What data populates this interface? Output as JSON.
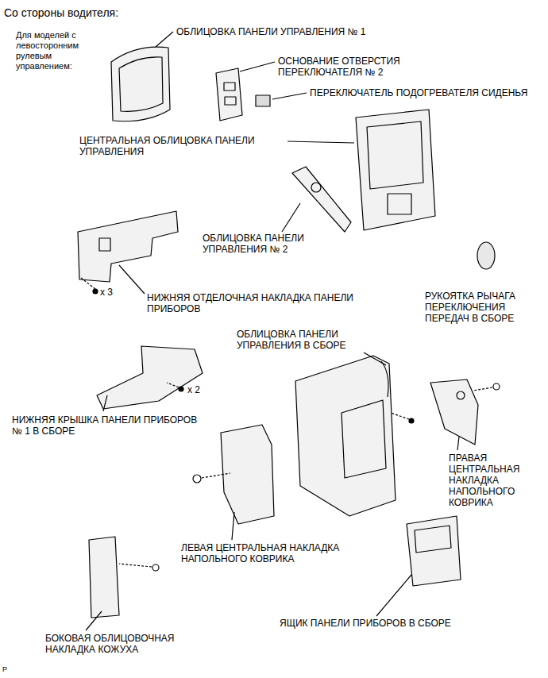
{
  "diagram": {
    "title": "Со стороны водителя:",
    "labels": [
      "Для моделей с левосторонним рулевым управлением:",
      "ОБЛИЦОВКА ПАНЕЛИ УПРАВЛЕНИЯ № 1",
      "ОСНОВАНИЕ ОТВЕРСТИЯ ПЕРЕКЛЮЧАТЕЛЯ № 2",
      "ПЕРЕКЛЮЧАТЕЛЬ ПОДОГРЕВАТЕЛЯ СИДЕНЬЯ",
      "ЦЕНТРАЛЬНАЯ ОБЛИЦОВКА ПАНЕЛИ УПРАВЛЕНИЯ",
      "ОБЛИЦОВКА ПАНЕЛИ УПРАВЛЕНИЯ № 2",
      "НИЖНЯЯ ОТДЕЛОЧНАЯ НАКЛАДКА ПАНЕЛИ ПРИБОРОВ",
      "x 3",
      "РУКОЯТКА РЫЧАГА ПЕРЕКЛЮЧЕНИЯ ПЕРЕДАЧ В СБОРЕ",
      "ОБЛИЦОВКА ПАНЕЛИ УПРАВЛЕНИЯ В СБОРЕ",
      "x 2",
      "НИЖНЯЯ КРЫШКА ПАНЕЛИ ПРИБОРОВ № 1 В СБОРЕ",
      "ПРАВАЯ ЦЕНТРАЛЬНАЯ НАКЛАДКА НАПОЛЬНОГО КОВРИКА",
      "ЛЕВАЯ ЦЕНТРАЛЬНАЯ НАКЛАДКА НАПОЛЬНОГО КОВРИКА",
      "ЯЩИК ПАНЕЛИ ПРИБОРОВ В СБОРЕ",
      "БОКОВАЯ ОБЛИЦОВОЧНАЯ НАКЛАДКА КОЖУХА",
      "P"
    ]
  }
}
